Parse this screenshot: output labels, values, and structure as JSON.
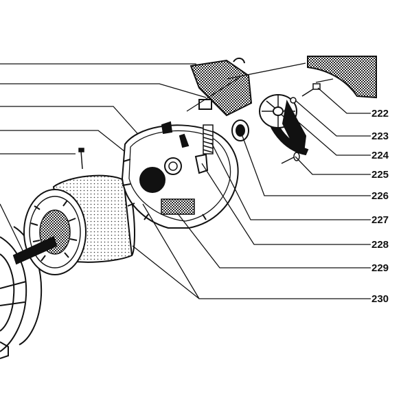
{
  "diagram": {
    "callouts": [
      {
        "id": "222",
        "label": "222"
      },
      {
        "id": "223",
        "label": "223"
      },
      {
        "id": "224",
        "label": "224"
      },
      {
        "id": "225",
        "label": "225"
      },
      {
        "id": "226",
        "label": "226"
      },
      {
        "id": "227",
        "label": "227"
      },
      {
        "id": "228",
        "label": "228"
      },
      {
        "id": "229",
        "label": "229"
      },
      {
        "id": "230",
        "label": "230"
      }
    ],
    "colors": {
      "ink": "#111111",
      "background": "#ffffff"
    }
  }
}
